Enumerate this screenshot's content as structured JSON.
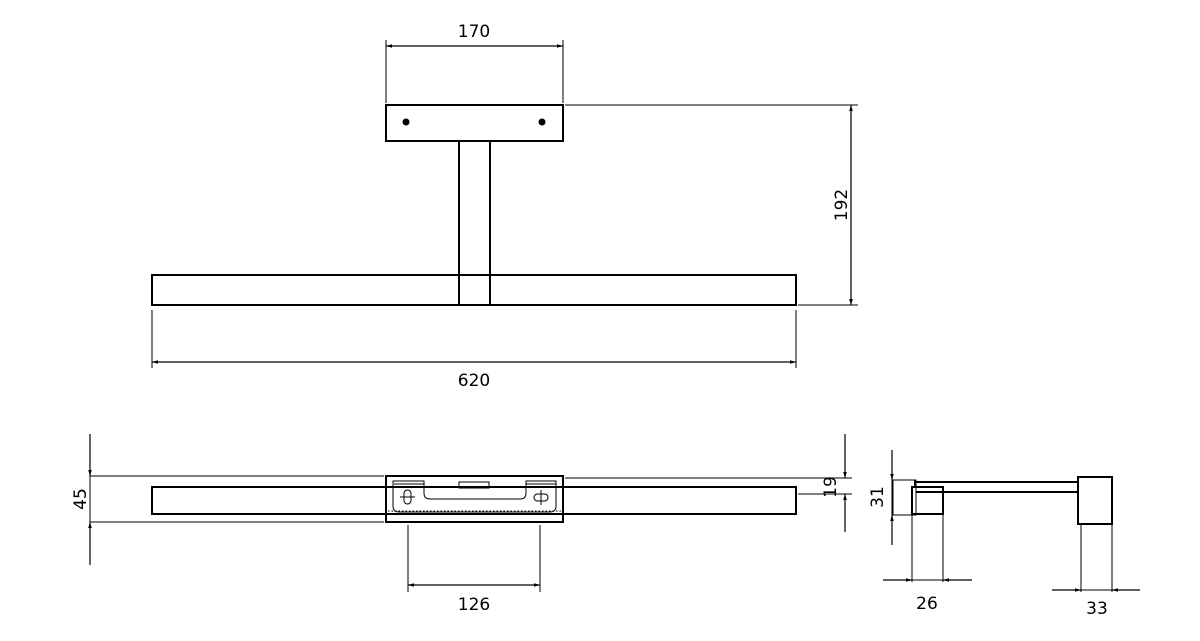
{
  "drawing": {
    "top_view": {
      "width_plate": "170",
      "height_total": "192",
      "width_bar": "620"
    },
    "front_view": {
      "depth_total": "45",
      "bar_height": "19",
      "bracket_holes": "126"
    },
    "side_view": {
      "height": "31",
      "small_width": "26",
      "block_width": "33"
    }
  }
}
